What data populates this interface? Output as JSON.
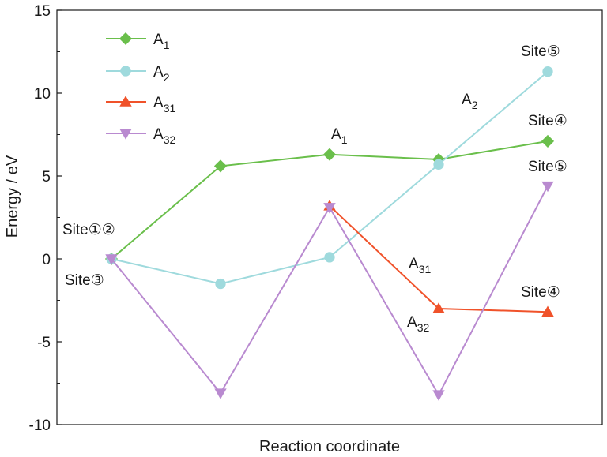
{
  "chart_data": {
    "type": "line",
    "xlabel": "Reaction coordinate",
    "ylabel": "Energy / eV",
    "ylim": [
      -10,
      15
    ],
    "yticks": [
      -10,
      -5,
      0,
      5,
      10,
      15
    ],
    "x": [
      0,
      1,
      2,
      3,
      4
    ],
    "grid": false,
    "legend_position": "top-left",
    "series": [
      {
        "name": "A1",
        "base": "A",
        "sub": "1",
        "color": "#6abf4b",
        "marker": "diamond",
        "x": [
          0,
          1,
          2,
          3,
          4
        ],
        "values": [
          0.0,
          5.6,
          6.3,
          6.0,
          7.1
        ]
      },
      {
        "name": "A2",
        "base": "A",
        "sub": "2",
        "color": "#9fdadd",
        "marker": "circle",
        "x": [
          0,
          1,
          2,
          3,
          4
        ],
        "values": [
          0.0,
          -1.5,
          0.1,
          5.7,
          11.3
        ]
      },
      {
        "name": "A31",
        "base": "A",
        "sub": "31",
        "color": "#f0522a",
        "marker": "triangle-up",
        "x": [
          2,
          3,
          4
        ],
        "values": [
          3.2,
          -3.0,
          -3.2
        ]
      },
      {
        "name": "A32",
        "base": "A",
        "sub": "32",
        "color": "#b98ad0",
        "marker": "triangle-down",
        "x": [
          0,
          1,
          2,
          3,
          4
        ],
        "values": [
          0.0,
          -8.1,
          3.1,
          -8.2,
          4.4
        ]
      }
    ],
    "annotations": [
      {
        "text": "Site①②"
      },
      {
        "text": "Site③"
      },
      {
        "text": "Site⑤"
      },
      {
        "text": "Site④"
      },
      {
        "text": "Site⑤"
      },
      {
        "text": "Site④"
      },
      {
        "base": "A",
        "sub": "1"
      },
      {
        "base": "A",
        "sub": "2"
      },
      {
        "base": "A",
        "sub": "31"
      },
      {
        "base": "A",
        "sub": "32"
      }
    ]
  }
}
